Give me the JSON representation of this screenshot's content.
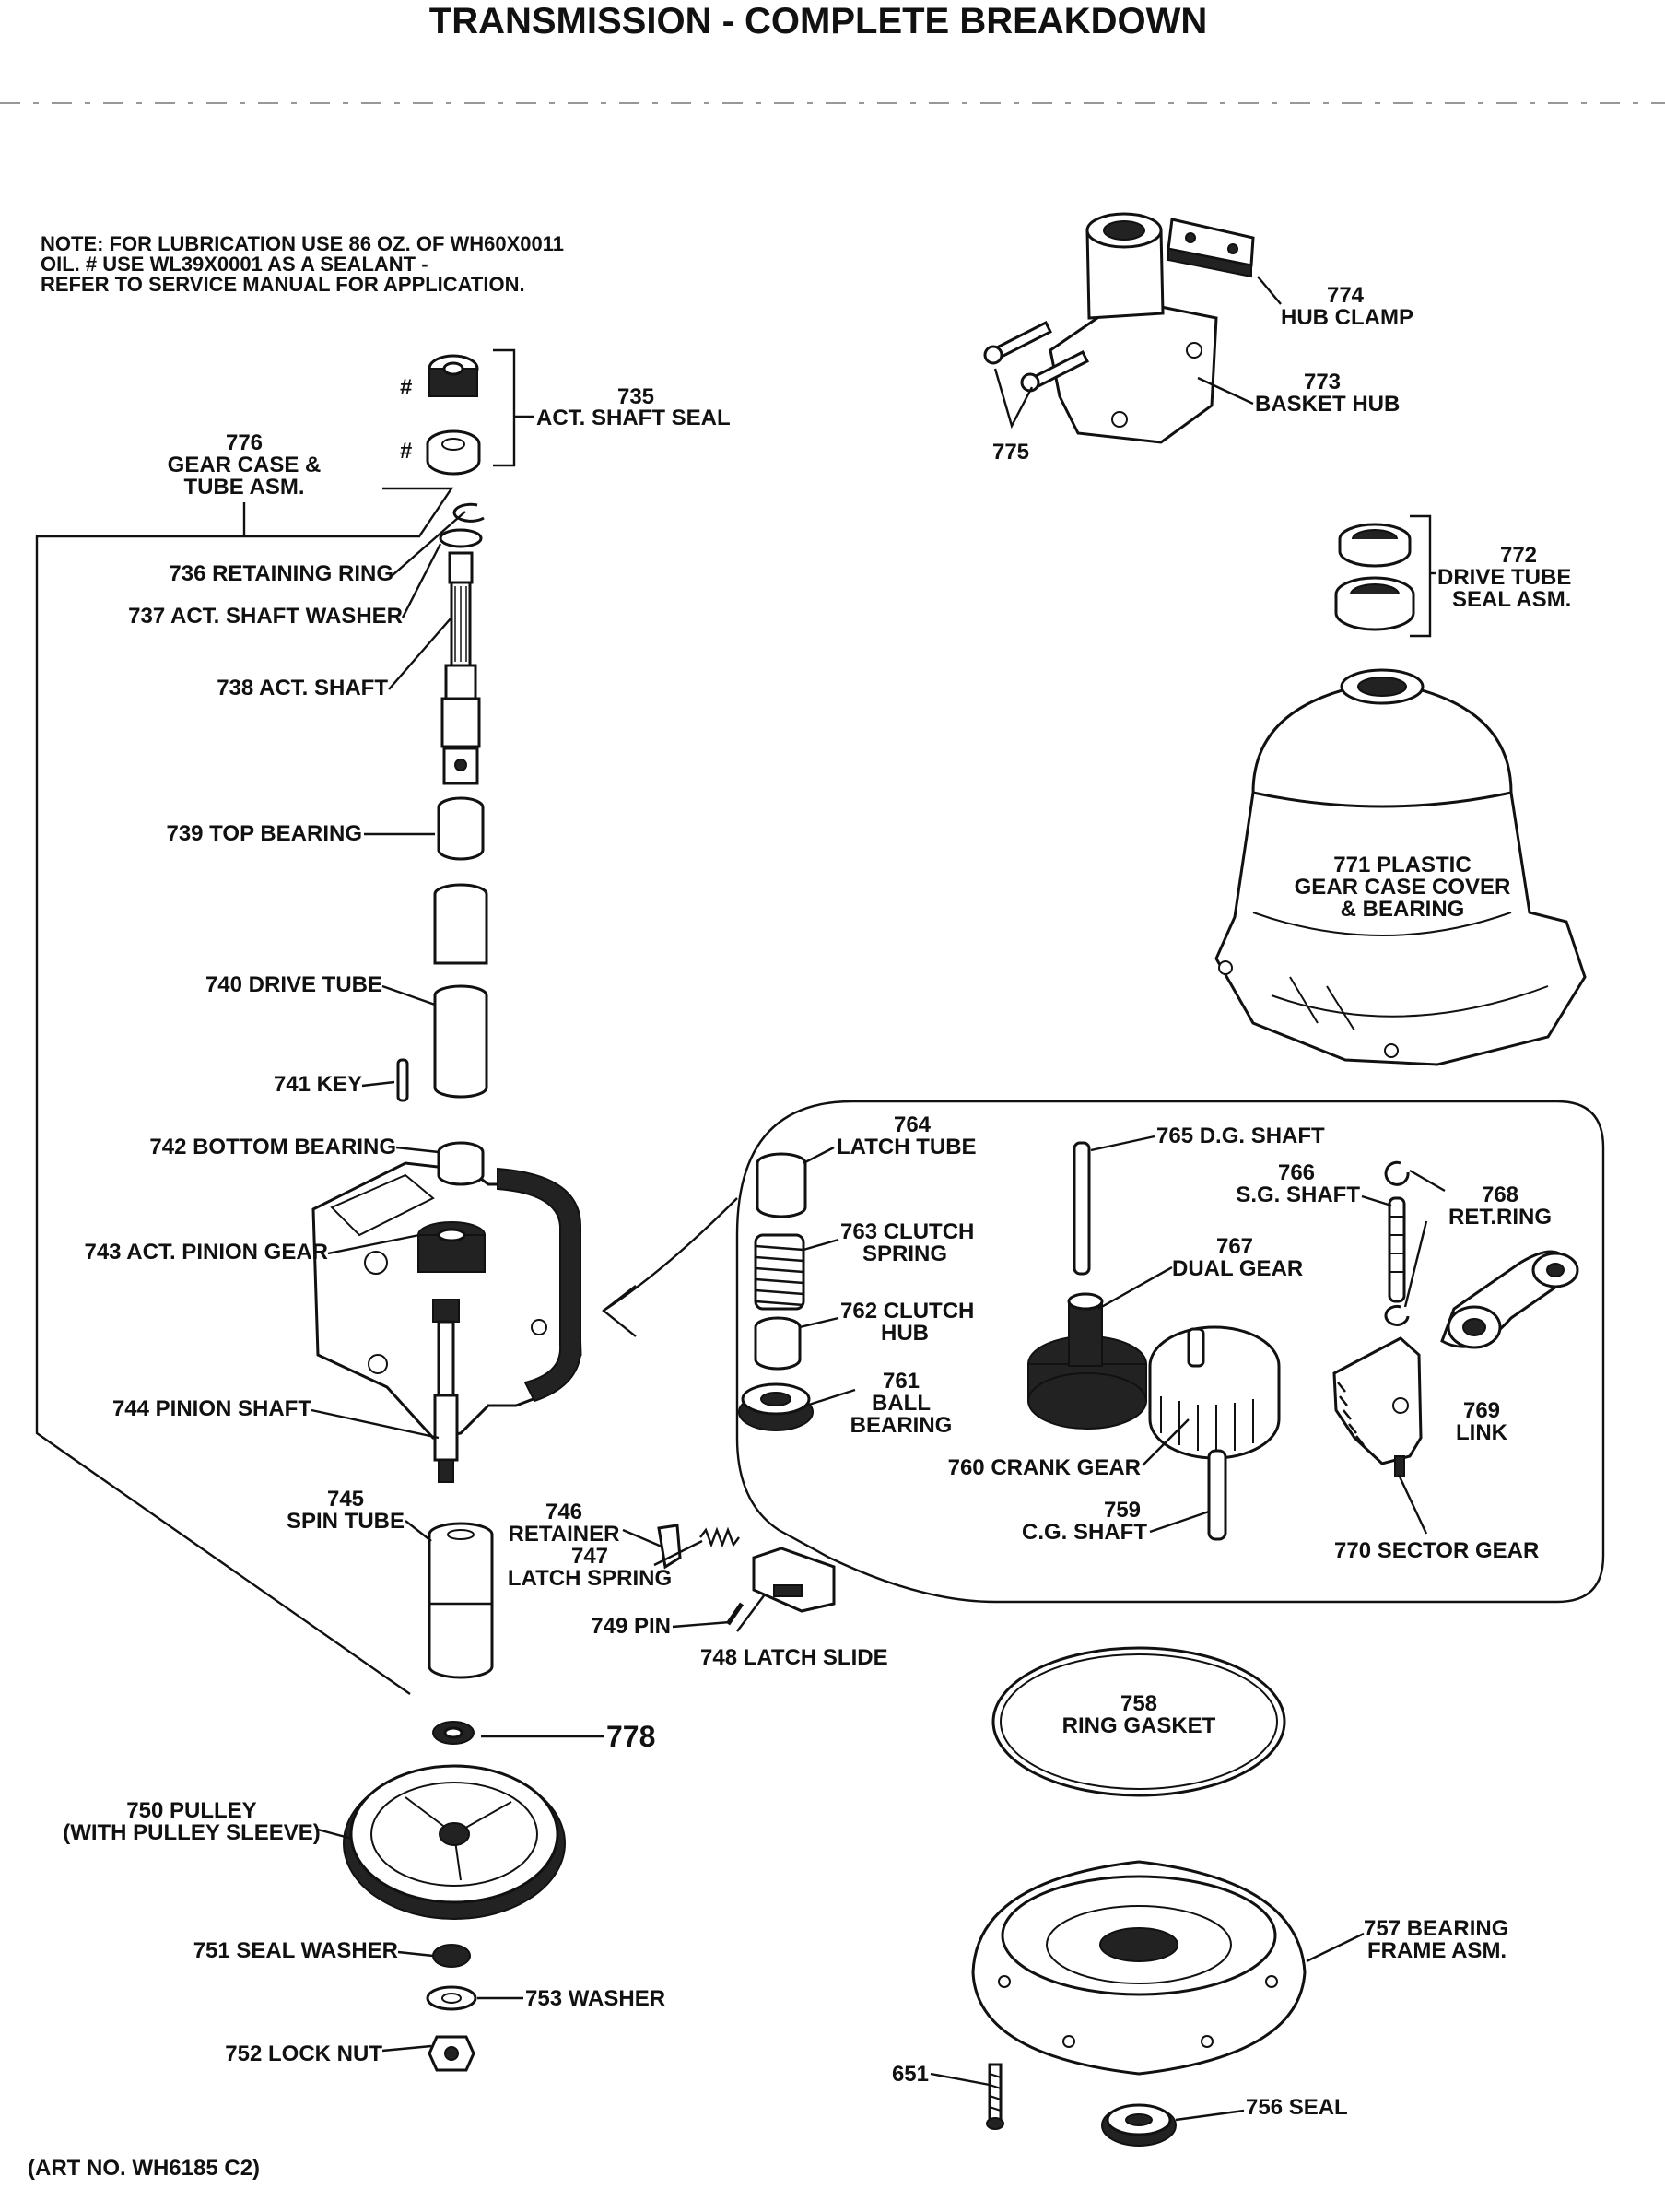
{
  "title": "TRANSMISSION - COMPLETE BREAKDOWN",
  "note": [
    "NOTE: FOR LUBRICATION USE 86 OZ. OF WH60X0011",
    "OIL. # USE WL39X0001 AS A SEALANT -",
    "REFER TO SERVICE MANUAL FOR APPLICATION."
  ],
  "art_number": "(ART NO. WH6185 C2)",
  "sealant_mark": "#",
  "labels": {
    "p776": [
      "776",
      "GEAR CASE &",
      "TUBE ASM."
    ],
    "p735": [
      "735",
      "ACT. SHAFT SEAL"
    ],
    "p736": "736 RETAINING RING",
    "p737": "737  ACT. SHAFT WASHER",
    "p738": "738 ACT. SHAFT",
    "p739": "739 TOP BEARING",
    "p740": "740 DRIVE TUBE",
    "p741": "741 KEY",
    "p742": "742 BOTTOM BEARING",
    "p743": "743 ACT. PINION GEAR",
    "p744": "744 PINION SHAFT",
    "p745": [
      "745",
      "SPIN TUBE"
    ],
    "p746": [
      "746",
      "RETAINER"
    ],
    "p747": [
      "747",
      "LATCH SPRING"
    ],
    "p748": "748 LATCH SLIDE",
    "p749": "749 PIN",
    "p778": "778",
    "p750": [
      "750 PULLEY",
      "(WITH PULLEY SLEEVE)"
    ],
    "p751": "751 SEAL WASHER",
    "p753": "753 WASHER",
    "p752": "752 LOCK NUT",
    "p774": [
      "774",
      "HUB CLAMP"
    ],
    "p773": [
      "773",
      "BASKET HUB"
    ],
    "p775": "775",
    "p772": [
      "772",
      "DRIVE TUBE",
      "SEAL ASM."
    ],
    "p771": [
      "771 PLASTIC",
      "GEAR CASE COVER",
      "& BEARING"
    ],
    "p764": [
      "764",
      "LATCH TUBE"
    ],
    "p763": [
      "763 CLUTCH",
      "SPRING"
    ],
    "p762": [
      "762 CLUTCH",
      "HUB"
    ],
    "p761": [
      "761",
      "BALL",
      "BEARING"
    ],
    "p765": "765 D.G. SHAFT",
    "p766": [
      "766",
      "S.G. SHAFT"
    ],
    "p768": [
      "768",
      "RET.RING"
    ],
    "p767": [
      "767",
      "DUAL GEAR"
    ],
    "p769": [
      "769",
      "LINK"
    ],
    "p760": "760 CRANK GEAR",
    "p759": [
      "759",
      "C.G. SHAFT"
    ],
    "p770": "770 SECTOR GEAR",
    "p758": [
      "758",
      "RING GASKET"
    ],
    "p757": [
      "757 BEARING",
      "FRAME ASM."
    ],
    "p651": "651",
    "p756": "756 SEAL"
  }
}
